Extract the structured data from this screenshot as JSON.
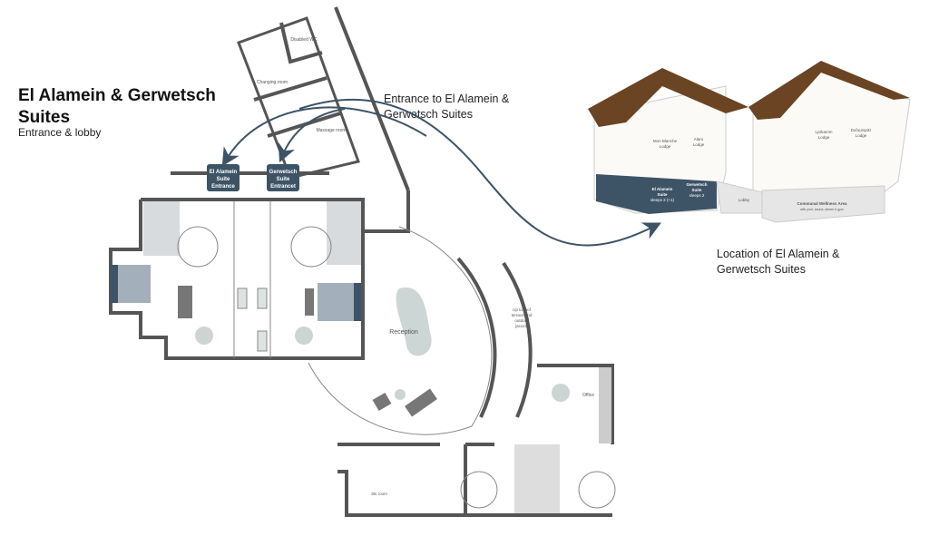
{
  "title": "El Alamein & Gerwetsch Suites",
  "subtitle": "Entrance & lobby",
  "callouts": {
    "entrance": "Entrance to El Alamein & Gerwetsch Suites",
    "location": "Location of El Alamein & Gerwetsch Suites"
  },
  "floorplan": {
    "disabled_wc": "Disabled WC",
    "changing_room": "Changing room",
    "massage_room": "Massage room",
    "el_alamein_entrance": [
      "El Alamein",
      "Suite",
      "Entrance"
    ],
    "gerwetsch_entrance": [
      "Gerwetsch",
      "Suite",
      "Entrancet"
    ],
    "reception": "Reception",
    "stairs_note": [
      "Up to roof",
      "terrace and",
      "outdoor",
      "jacuzzi"
    ],
    "office": "Office",
    "ski_room": "Ski room"
  },
  "building": {
    "lodge1": [
      "Mon Blanche",
      "Lodge"
    ],
    "lodge2": [
      "Alaro",
      "Lodge"
    ],
    "lodge3": [
      "Lyskamm",
      "Lodge"
    ],
    "lodge4": [
      "Dufourspitz",
      "Lodge"
    ],
    "el_alamein": [
      "El Alamein",
      "Suite",
      "sleeps 2 (+1)"
    ],
    "gerwetsch": [
      "Gerwetsch",
      "Suite",
      "sleeps 2"
    ],
    "lobby": "Lobby",
    "wellness": "Communal Wellness Area",
    "wellness_sub": "with pool, sauna, steam & gym"
  },
  "colors": {
    "suite": "#3d5366",
    "roof": "#6b4423",
    "arrow": "#3d5366"
  }
}
